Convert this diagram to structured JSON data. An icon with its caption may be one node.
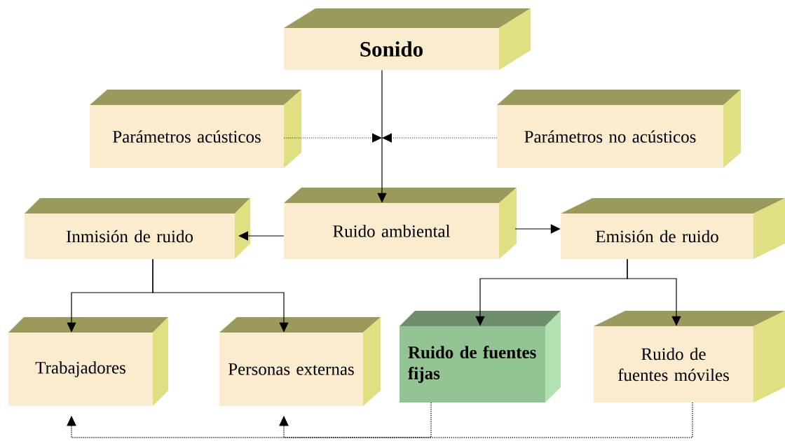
{
  "diagram": {
    "nodes": [
      {
        "text": [
          "Sonido"
        ]
      },
      {
        "text": [
          "Parámetros acústicos"
        ]
      },
      {
        "text": [
          "Parámetros no acústicos"
        ]
      },
      {
        "text": [
          "Ruido ambiental"
        ]
      },
      {
        "text": [
          "Inmisión de ruido"
        ]
      },
      {
        "text": [
          "Emisión de ruido"
        ]
      },
      {
        "text": [
          "Trabajadores"
        ]
      },
      {
        "text": [
          "Personas externas"
        ]
      },
      {
        "text": [
          "Ruido de fuentes fijas"
        ]
      },
      {
        "text": [
          "Ruido de fuentes móviles"
        ]
      }
    ],
    "edges": [
      {
        "from": 0,
        "to": 3,
        "arrow": "to"
      },
      {
        "from": 1,
        "to": null,
        "arrow": "to",
        "style": "dashed"
      },
      {
        "from": 2,
        "to": null,
        "arrow": "to",
        "style": "dashed"
      },
      {
        "from": 3,
        "to": 4,
        "arrow": "to"
      },
      {
        "from": 3,
        "to": 5,
        "arrow": "to"
      },
      {
        "from": 4,
        "to": 6,
        "arrow": "to"
      },
      {
        "from": 4,
        "to": 7,
        "arrow": "to"
      },
      {
        "from": 5,
        "to": 8,
        "arrow": "to"
      },
      {
        "from": 5,
        "to": 9,
        "arrow": "to"
      },
      {
        "from": 8,
        "to": 6,
        "arrow": "to",
        "style": "dashed"
      },
      {
        "from": 8,
        "to": 7,
        "arrow": "to",
        "style": "dashed"
      },
      {
        "from": 9,
        "to": 6,
        "arrow": "to",
        "style": "dashed"
      },
      {
        "from": 9,
        "to": 7,
        "arrow": "to",
        "style": "dashed"
      }
    ]
  }
}
